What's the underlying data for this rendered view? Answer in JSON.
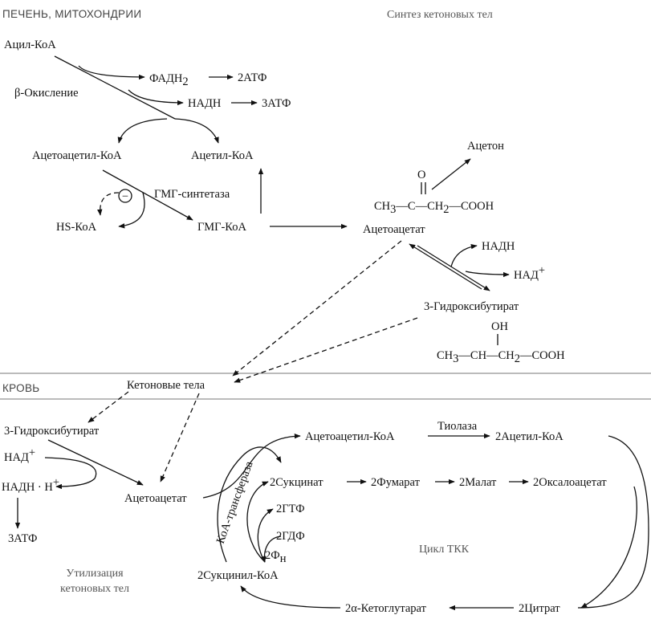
{
  "sections": {
    "liver": "ПЕЧЕНЬ, МИТОХОНДРИИ",
    "synthesis": "Синтез кетоновых тел",
    "blood": "КРОВЬ",
    "utilization_line1": "Утилизация",
    "utilization_line2": "кетоновых тел",
    "tca_cycle": "Цикл ТКК"
  },
  "liver": {
    "acyl_coa": "Ацил-КоА",
    "fadh": "ФАДН",
    "fadh_sub": "2",
    "atp2": "2АТФ",
    "beta_oxidation": "β-Окисление",
    "nadh": "НАДН",
    "atp3": "3АТФ",
    "acetoacetyl_coa": "Ацетоацетил-КоА",
    "acetyl_coa": "Ацетил-КоА",
    "inhibition": "−",
    "hmg_synthetase": "ГМГ-синтетаза",
    "hs_coa": "HS-КоА",
    "hmg_coa": "ГМГ-КоА",
    "acetone": "Ацетон",
    "oxygen": "O",
    "acetoacetate": "Ацетоацетат",
    "nadh2": "НАДН",
    "nad_plus": "НАД",
    "plus": "+",
    "hydroxybutyrate": "3-Гидроксибутират",
    "oh": "OH"
  },
  "formula_acetoacetate": {
    "ch": "CH",
    "sub3": "3",
    "c": "C",
    "ch2": "CH",
    "sub2": "2",
    "cooh": "COOH"
  },
  "formula_hydroxybutyrate": {
    "ch": "CH",
    "sub3": "3",
    "chm": "CH",
    "ch2": "CH",
    "sub2": "2",
    "cooh": "COOH"
  },
  "blood": {
    "ketone_bodies": "Кетоновые тела"
  },
  "utilization": {
    "hydroxybutyrate": "3-Гидроксибутират",
    "nad_plus": "НАД",
    "plus": "+",
    "nadh_h": "НАДН · Н",
    "atp3": "3АТФ",
    "acetoacetate": "Ацетоацетат",
    "acetoacetyl_coa": "Ацетоацетил-КоА",
    "thiolase": "Тиолаза",
    "acetyl_coa2": "2Ацетил-КоА",
    "coa_transferase": "КоА-трансфераза",
    "succinate2": "2Сукцинат",
    "fumarate2": "2Фумарат",
    "malate2": "2Малат",
    "oxaloacetate2": "2Оксалоацетат",
    "gtp2": "2ГТФ",
    "gdp2": "2ГДФ",
    "phosphate2": "2Ф",
    "phosphate_sub": "н",
    "succinyl_coa2": "2Сукцинил-КоА",
    "ketoglutarate2": "2α-Кетоглутарат",
    "citrate2": "2Цитрат"
  }
}
